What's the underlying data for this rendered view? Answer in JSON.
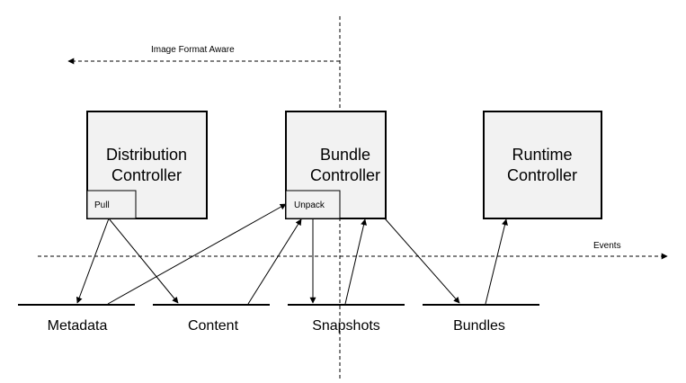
{
  "annotations": {
    "image_format_aware": "Image Format Aware",
    "events": "Events"
  },
  "controllers": {
    "distribution": {
      "line1": "Distribution",
      "line2": "Controller",
      "sub": "Pull"
    },
    "bundle": {
      "line1": "Bundle",
      "line2": "Controller",
      "sub": "Unpack"
    },
    "runtime": {
      "line1": "Runtime",
      "line2": "Controller"
    }
  },
  "stores": {
    "metadata": "Metadata",
    "content": "Content",
    "snapshots": "Snapshots",
    "bundles": "Bundles"
  }
}
